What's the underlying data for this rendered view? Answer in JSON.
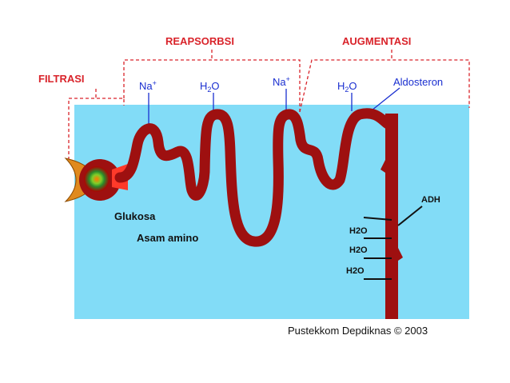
{
  "labels": {
    "filtrasi": "FILTRASI",
    "reapsorbsi": "REAPSORBSI",
    "augmentasi": "AUGMENTASI",
    "na1": "Na",
    "na1_sup": "+",
    "h2o_1_a": "H",
    "h2o_1_sub": "2",
    "h2o_1_b": "O",
    "na2": "Na",
    "na2_sup": "+",
    "h2o_2_a": "H",
    "h2o_2_sub": "2",
    "h2o_2_b": "O",
    "aldosteron": "Aldosteron",
    "glukosa": "Glukosa",
    "asam_amino": "Asam amino",
    "adh": "ADH",
    "h2o_duct": [
      "H2O",
      "H2O",
      "H2O"
    ],
    "credit": "Pustekkom Depdiknas © 2003"
  },
  "colors": {
    "fluid": "#82dcf7",
    "tubule": "#9e1010",
    "tubule_dark": "#6d0a0a",
    "bracket": "#d9232a",
    "pointer_blue": "#1a2fd0"
  }
}
